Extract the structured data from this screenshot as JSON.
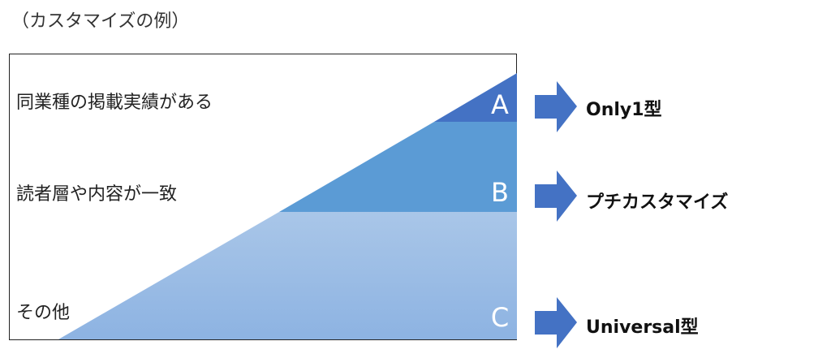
{
  "caption": "（カスタマイズの例）",
  "left_labels": {
    "top": "同業種の掲載実績がある",
    "middle": "読者層や内容が一致",
    "bottom": "その他"
  },
  "tiers": [
    {
      "letter": "A",
      "type_label": "Only1型",
      "color": "#4472C4"
    },
    {
      "letter": "B",
      "type_label": "プチカスタマイズ",
      "color": "#5B9BD5"
    },
    {
      "letter": "C",
      "type_label": "Universal型",
      "color": "#9DC3E6"
    }
  ],
  "arrow_color": "#4472C4"
}
